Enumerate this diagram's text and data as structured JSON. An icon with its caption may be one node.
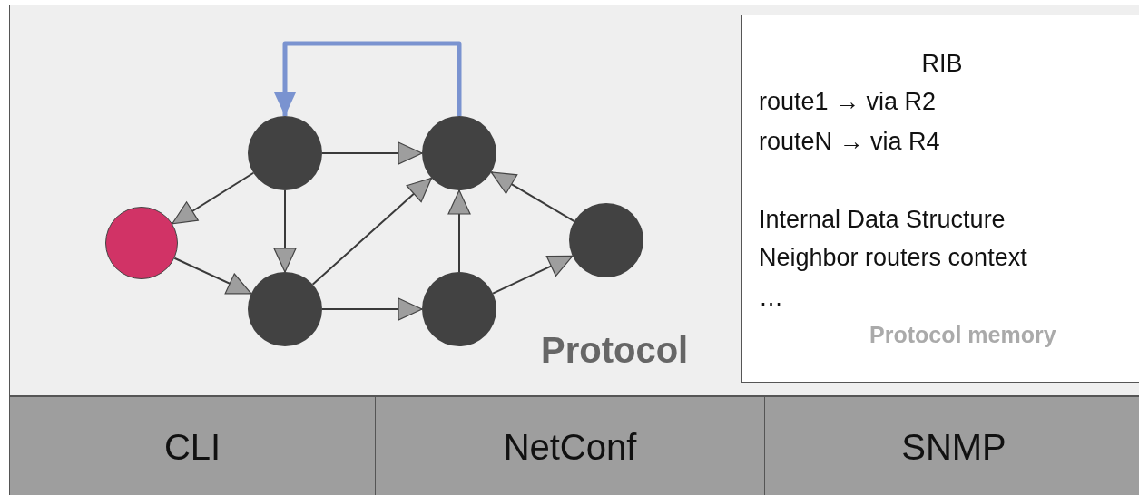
{
  "diagram": {
    "nodes": [
      {
        "text": [
          "Protocol"
        ]
      },
      {
        "text": [
          "RIB",
          "route1 → via R2",
          "routeN → via R4",
          "Internal Data Structure",
          "Neighbor routers context",
          "…",
          "Protocol memory"
        ],
        "in": 0
      },
      {
        "text": [],
        "shape": "circle",
        "in": 0
      },
      {
        "text": [],
        "shape": "circle",
        "in": 0
      },
      {
        "text": [],
        "shape": "circle",
        "in": 0
      },
      {
        "text": [],
        "shape": "circle",
        "in": 0
      },
      {
        "text": [],
        "shape": "circle",
        "in": 0
      },
      {
        "text": [],
        "shape": "circle",
        "in": 0
      },
      {
        "text": [
          "CLI"
        ]
      },
      {
        "text": [
          "NetConf"
        ]
      },
      {
        "text": [
          "SNMP"
        ]
      }
    ],
    "edges": [
      {
        "from": 3,
        "to": 2,
        "arrow": "to"
      },
      {
        "from": 3,
        "to": 5,
        "arrow": "to"
      },
      {
        "from": 3,
        "to": 4,
        "arrow": "to"
      },
      {
        "from": 2,
        "to": 4,
        "arrow": "to"
      },
      {
        "from": 4,
        "to": 5,
        "arrow": "to"
      },
      {
        "from": 4,
        "to": 6,
        "arrow": "to"
      },
      {
        "from": 6,
        "to": 5,
        "arrow": "to"
      },
      {
        "from": 6,
        "to": 7,
        "arrow": "to"
      },
      {
        "from": 7,
        "to": 5,
        "arrow": "to"
      },
      {
        "from": 5,
        "to": 3,
        "arrow": "to",
        "style": "thick",
        "color": "#7a93d0"
      }
    ]
  }
}
